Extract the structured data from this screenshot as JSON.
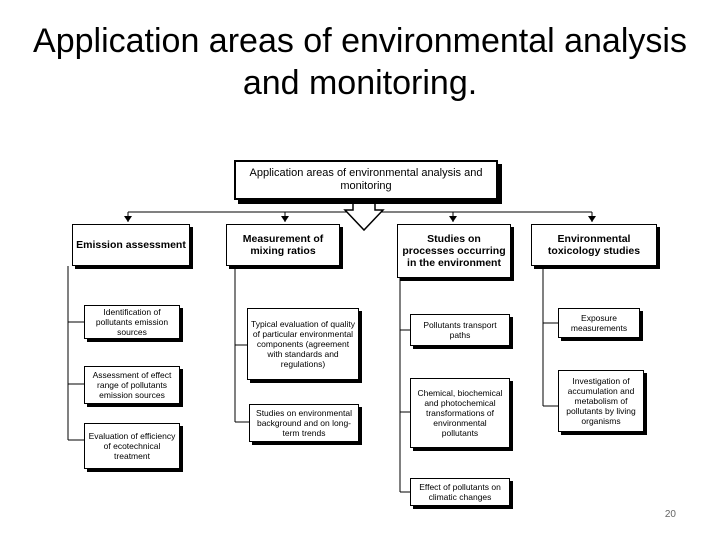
{
  "slide": {
    "title": "Application areas of environmental analysis and monitoring.",
    "page_number": "20"
  },
  "diagram": {
    "root": "Application areas of environmental analysis and monitoring",
    "columns": [
      {
        "heading": "Emission assessment",
        "items": [
          "Identification of pollutants emission sources",
          "Assessment of effect range of pollutants emission sources",
          "Evaluation of efficiency of ecotechnical treatment"
        ]
      },
      {
        "heading": "Measurement of mixing ratios",
        "items": [
          "Typical evaluation of quality of particular environmental components (agreement with standards and regulations)",
          "Studies on environmental background and on long-term trends"
        ]
      },
      {
        "heading": "Studies on processes occurring in the environment",
        "items": [
          "Pollutants transport paths",
          "Chemical, biochemical and photochemical transformations of environmental pollutants",
          "Effect of pollutants on climatic changes"
        ]
      },
      {
        "heading": "Environmental toxicology studies",
        "items": [
          "Exposure measurements",
          "Investigation of accumulation and metabolism of pollutants by living organisms"
        ]
      }
    ]
  }
}
